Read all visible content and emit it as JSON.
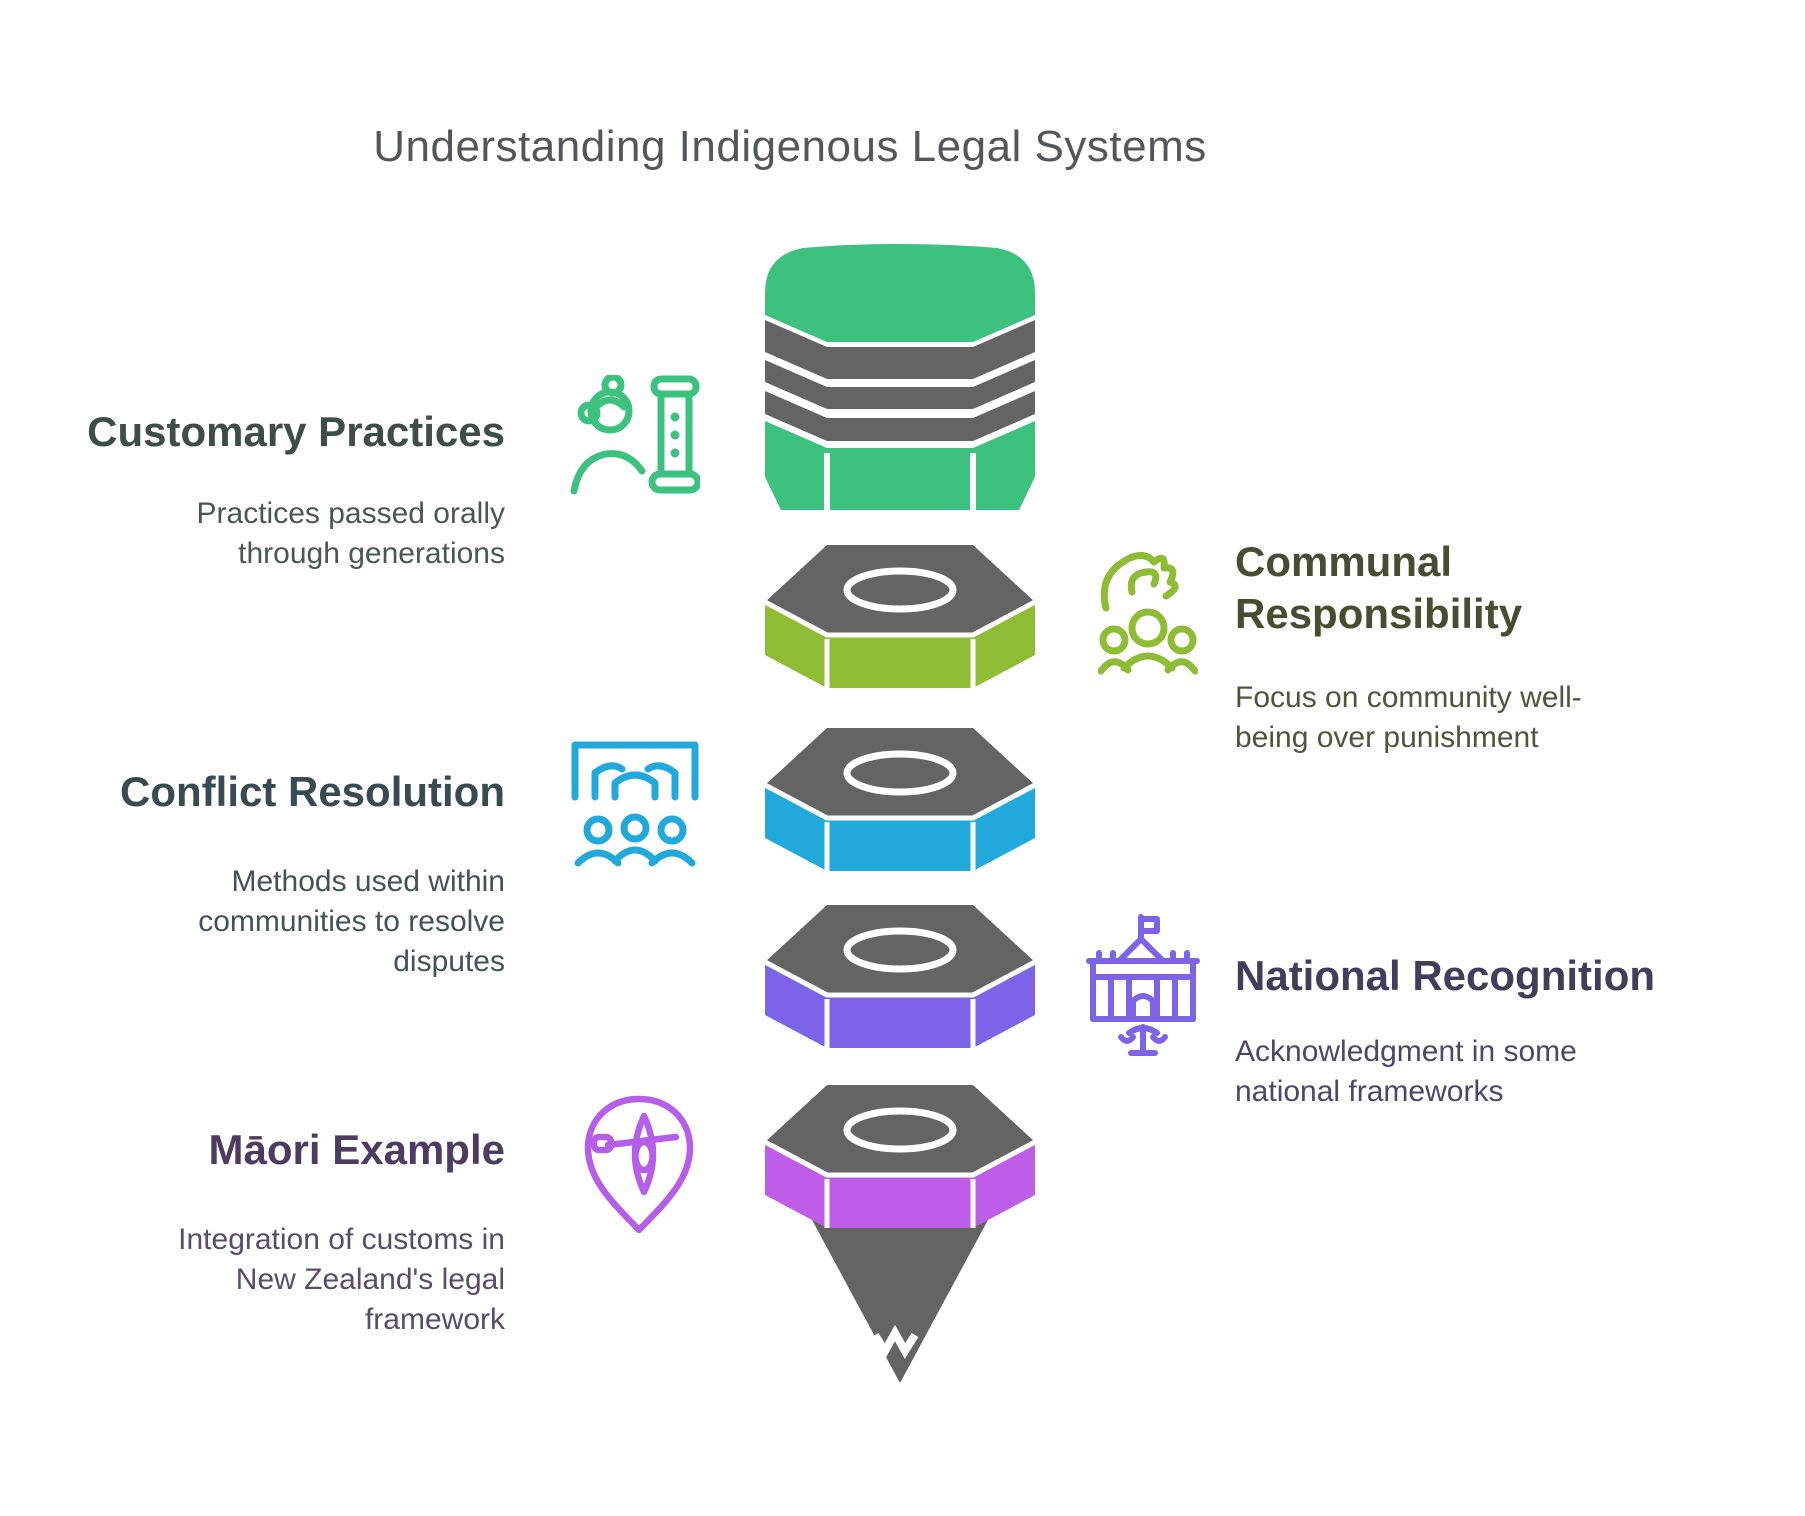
{
  "title": "Understanding Indigenous Legal Systems",
  "pencil": {
    "kind": "layered-pencil-funnel",
    "colors": {
      "eraser_green": "#3cc17f",
      "graphite_gray": "#646464",
      "olive": "#8ebc35",
      "blue": "#22a9db",
      "violet": "#7e63e9",
      "magenta": "#bd5de8",
      "separator_white": "#ffffff"
    }
  },
  "sections": [
    {
      "id": "customary-practices",
      "side": "left",
      "title": "Customary Practices",
      "description": "Practices passed orally\nthrough generations",
      "icon": "elder-totem-icon",
      "icon_color": "#3cc17f",
      "title_color": "#3d4e46",
      "description_color": "#47584e"
    },
    {
      "id": "communal-responsibility",
      "side": "right",
      "title": "Communal\nResponsibility",
      "description": "Focus on community well-\nbeing over punishment",
      "icon": "hand-over-people-icon",
      "icon_color": "#8ebc35",
      "title_color": "#454e30",
      "description_color": "#4e5639"
    },
    {
      "id": "conflict-resolution",
      "side": "left",
      "title": "Conflict Resolution",
      "description": "Methods used within\ncommunities to resolve\ndisputes",
      "icon": "marae-gathering-icon",
      "icon_color": "#22a9db",
      "title_color": "#384a52",
      "description_color": "#41525a"
    },
    {
      "id": "national-recognition",
      "side": "right",
      "title": "National Recognition",
      "description": "Acknowledgment in some\nnational frameworks",
      "icon": "parliament-icon",
      "icon_color": "#7e63e9",
      "title_color": "#443c5b",
      "description_color": "#4f4568"
    },
    {
      "id": "maori-example",
      "side": "left",
      "title": "Māori Example",
      "description": "Integration of customs in\nNew Zealand's legal\nframework",
      "icon": "canoe-pin-icon",
      "icon_color": "#b55fe8",
      "title_color": "#4e3b61",
      "description_color": "#5b4b6b"
    }
  ]
}
